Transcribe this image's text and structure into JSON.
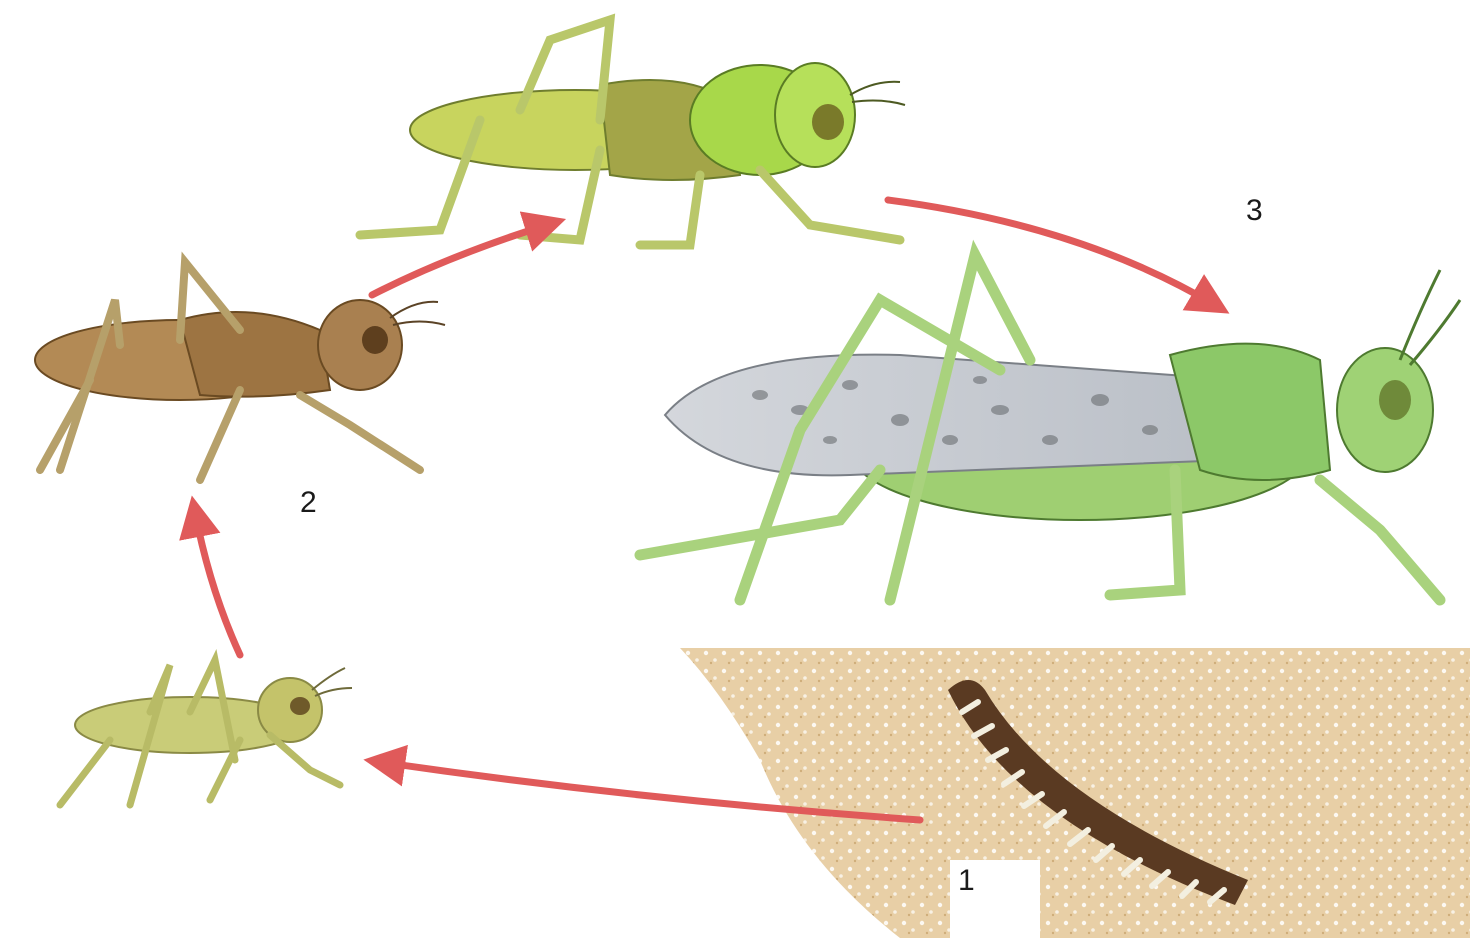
{
  "diagram": {
    "labels": {
      "stage_1": "1",
      "stage_2": "2",
      "stage_3": "3"
    },
    "colors": {
      "arrow": "#e05a5a",
      "soil": "#e2c79c",
      "egg_pod": "#5a3a22",
      "nymph_small": "#c9cc78",
      "nymph_brown": "#b38a55",
      "nymph_green": "#b8d45a",
      "adult_green": "#9fcf72",
      "adult_wing": "#c8ccd2"
    },
    "icons": [
      "egg-pod-icon",
      "small-nymph-icon",
      "brown-nymph-icon",
      "green-nymph-icon",
      "adult-grasshopper-icon",
      "cycle-arrow-icon"
    ]
  }
}
